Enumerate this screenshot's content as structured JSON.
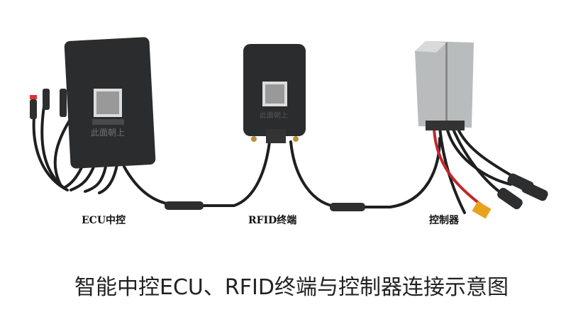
{
  "labels": {
    "ecu": "ECU中控",
    "rfid": "RFID终端",
    "controller": "控制器"
  },
  "device_markings": {
    "ecu_face": "此面朝上",
    "rfid_face": "此面朝上"
  },
  "caption": "智能中控ECU、RFID终端与控制器连接示意图",
  "colors": {
    "device_body": "#2a2c2e",
    "cable": "#1e1f20",
    "controller_shell": "#b9bcbd",
    "red_cable": "#c0282d",
    "xt_connector": "#e8a21c"
  }
}
